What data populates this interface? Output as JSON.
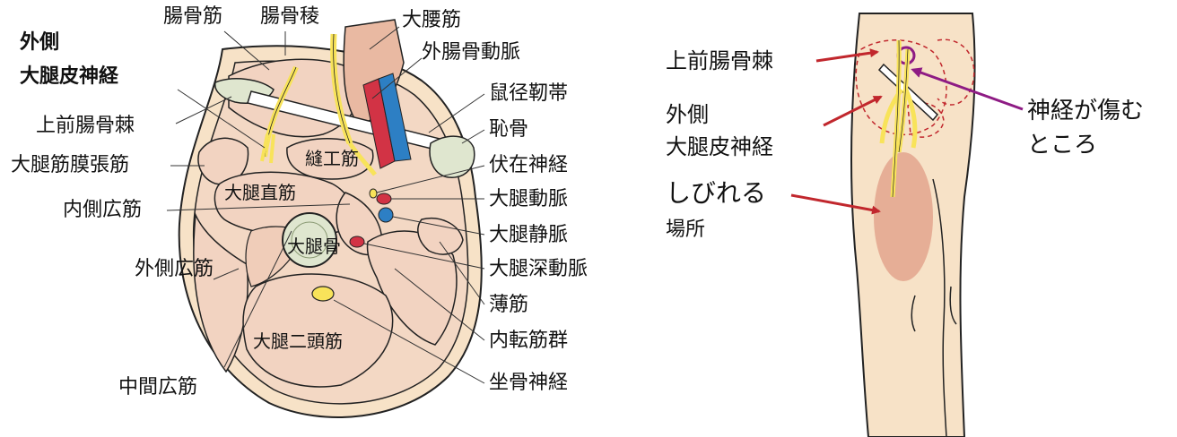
{
  "left_diagram": {
    "title_line1": "外側",
    "title_line2": "大腿皮神経",
    "labels": {
      "iliacus": "腸骨筋",
      "iliac_crest": "腸骨稜",
      "psoas_major": "大腰筋",
      "external_iliac_artery": "外腸骨動脈",
      "inguinal_ligament": "鼠径靭帯",
      "pubis": "恥骨",
      "saphenous_nerve": "伏在神経",
      "femoral_artery": "大腿動脈",
      "femoral_vein": "大腿静脈",
      "deep_femoral_artery": "大腿深動脈",
      "gracilis": "薄筋",
      "adductors": "内転筋群",
      "sciatic_nerve": "坐骨神経",
      "asis": "上前腸骨棘",
      "tfl": "大腿筋膜張筋",
      "vastus_medialis": "内側広筋",
      "vastus_lateralis": "外側広筋",
      "vastus_intermedius": "中間広筋",
      "sartorius": "縫工筋",
      "rectus_femoris": "大腿直筋",
      "femur": "大腿骨",
      "biceps_femoris": "大腿二頭筋"
    }
  },
  "right_diagram": {
    "asis": "上前腸骨棘",
    "lfcn_line1": "外側",
    "lfcn_line2": "大腿皮神経",
    "numb_line1": "しびれる",
    "numb_line2": "場所",
    "injury_line1": "神経が傷む",
    "injury_line2": "ところ"
  },
  "colors": {
    "skin": "#f7e2c7",
    "muscle": "#f2d3c1",
    "bone": "#dfe6cf",
    "nerve": "#f8e35a",
    "artery": "#d23345",
    "vein": "#2d7fc4",
    "numb_area": "#e3a58d",
    "arrow_red": "#c1272d",
    "arrow_purple": "#8e1b84"
  }
}
